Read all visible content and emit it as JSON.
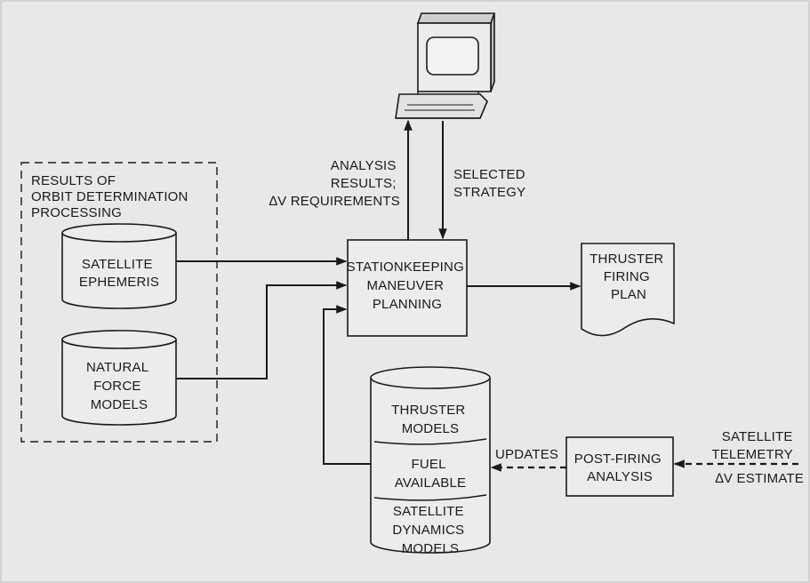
{
  "diagram": {
    "group_label": [
      "RESULTS OF",
      "ORBIT DETERMINATION",
      "PROCESSING"
    ],
    "satellite_ephemeris": [
      "SATELLITE",
      "EPHEMERIS"
    ],
    "natural_force_models": [
      "NATURAL",
      "FORCE",
      "MODELS"
    ],
    "stationkeeping": [
      "STATIONKEEPING",
      "MANEUVER",
      "PLANNING"
    ],
    "thruster_firing_plan": [
      "THRUSTER",
      "FIRING",
      "PLAN"
    ],
    "analysis_results": [
      "ANALYSIS",
      "RESULTS;",
      "∆V REQUIREMENTS"
    ],
    "selected_strategy": [
      "SELECTED",
      "STRATEGY"
    ],
    "database": {
      "thruster_models": [
        "THRUSTER",
        "MODELS"
      ],
      "fuel_available": [
        "FUEL",
        "AVAILABLE"
      ],
      "satellite_dynamics": [
        "SATELLITE",
        "DYNAMICS",
        "MODELS"
      ]
    },
    "updates": "UPDATES",
    "post_firing": [
      "POST-FIRING",
      "ANALYSIS"
    ],
    "telemetry": [
      "SATELLITE",
      "TELEMETRY",
      "∆V ESTIMATE"
    ]
  }
}
